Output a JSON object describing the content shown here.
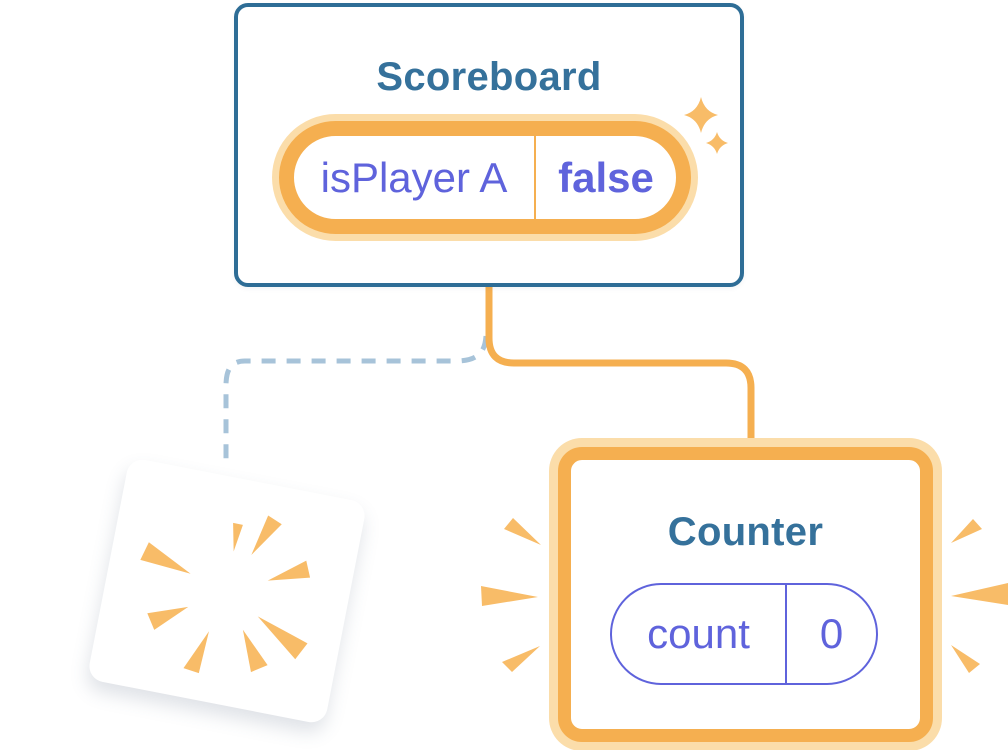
{
  "diagram": {
    "scoreboard": {
      "title": "Scoreboard",
      "state": {
        "key": "isPlayer A",
        "value": "false"
      }
    },
    "counter": {
      "title": "Counter",
      "state": {
        "key": "count",
        "value": "0"
      }
    },
    "destroyed_component": {
      "description": "removed component poof"
    },
    "connections": {
      "active": "scoreboard-to-counter",
      "removed": "scoreboard-to-destroyed"
    }
  },
  "icons": {
    "sparkle": "sparkle-icon",
    "poof": "poof-burst-icon",
    "emphasis": "emphasis-rays-icon"
  },
  "colors": {
    "bg": "#FFFFFF",
    "card_border_blue": "#2E6D96",
    "title_blue": "#35719B",
    "state_purple": "#5F63DC",
    "orange": "#F5AF50",
    "orange_halo": "#FBDDAA",
    "burst_orange": "#F8BC68",
    "dashed_blue": "#A7C3D9"
  }
}
